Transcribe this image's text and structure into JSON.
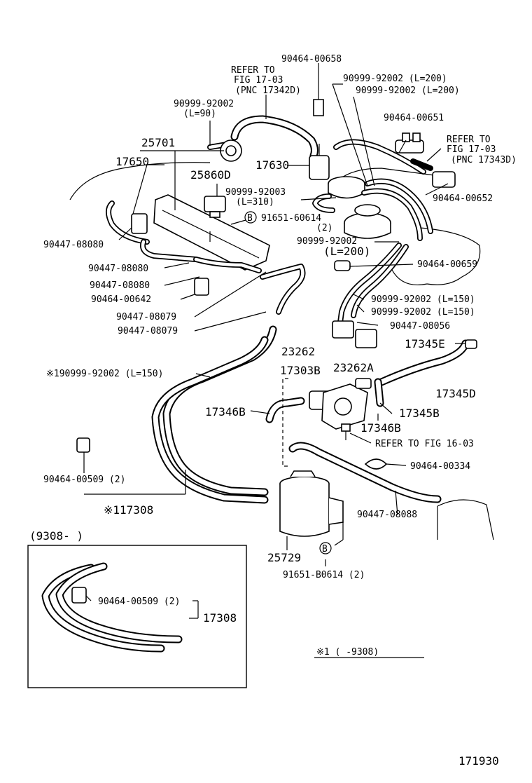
{
  "labels": {
    "l_90464_00658": "90464-00658",
    "refer_17_03_a_1": "REFER TO",
    "refer_17_03_a_2": "FIG 17-03",
    "refer_17_03_a_3": "(PNC 17342D)",
    "l_90999_l200_a": "90999-92002 (L=200)",
    "l_90999_l200_b": "90999-92002 (L=200)",
    "l_90999_l90_1": "90999-92002",
    "l_90999_l90_2": "(L=90)",
    "l_90464_00651": "90464-00651",
    "l_25701": "25701",
    "refer_17_03_b_1": "REFER TO",
    "refer_17_03_b_2": "FIG 17-03",
    "refer_17_03_b_3": "(PNC 17343D)",
    "l_17650": "17650",
    "l_17630": "17630",
    "l_25860d": "25860D",
    "l_90999_l310_1": "90999-92003",
    "l_90999_l310_2": "(L=310)",
    "l_90464_00652": "90464-00652",
    "l_b_marker_1": "B",
    "l_91651_60614_1": "91651-60614",
    "l_91651_60614_2": "(2)",
    "l_90447_08080_a": "90447-08080",
    "l_90999_l200c_1": "90999-92002",
    "l_90999_l200c_2": "(L=200)",
    "l_90447_08080_b": "90447-08080",
    "l_90464_00659": "90464-00659",
    "l_90447_08080_c": "90447-08080",
    "l_90464_00642": "90464-00642",
    "l_90999_l150_a": "90999-92002 (L=150)",
    "l_90999_l150_b": "90999-92002 (L=150)",
    "l_90447_08079_a": "90447-08079",
    "l_90447_08056": "90447-08056",
    "l_90447_08079_b": "90447-08079",
    "l_17345e": "17345E",
    "l_23262": "23262",
    "l_23262a": "23262A",
    "l_note_190999": "※190999-92002 (L=150)",
    "l_17303b": "17303B",
    "l_17345d": "17345D",
    "l_17346b_a": "17346B",
    "l_17345b": "17345B",
    "l_17346b_b": "17346B",
    "l_refer_16_03": "REFER TO FIG 16-03",
    "l_90464_00509_a": "90464-00509 (2)",
    "l_90464_00334": "90464-00334",
    "l_117308": "※117308",
    "l_90447_08088": "90447-08088",
    "l_9308_range": "(9308-    )",
    "l_25729": "25729",
    "l_b_marker_2": "B",
    "l_91651_b0614": "91651-B0614 (2)",
    "l_90464_00509_b": "90464-00509 (2)",
    "l_17308": "17308",
    "l_note_9308": "※1 (     -9308)",
    "l_figure_no": "171930"
  }
}
